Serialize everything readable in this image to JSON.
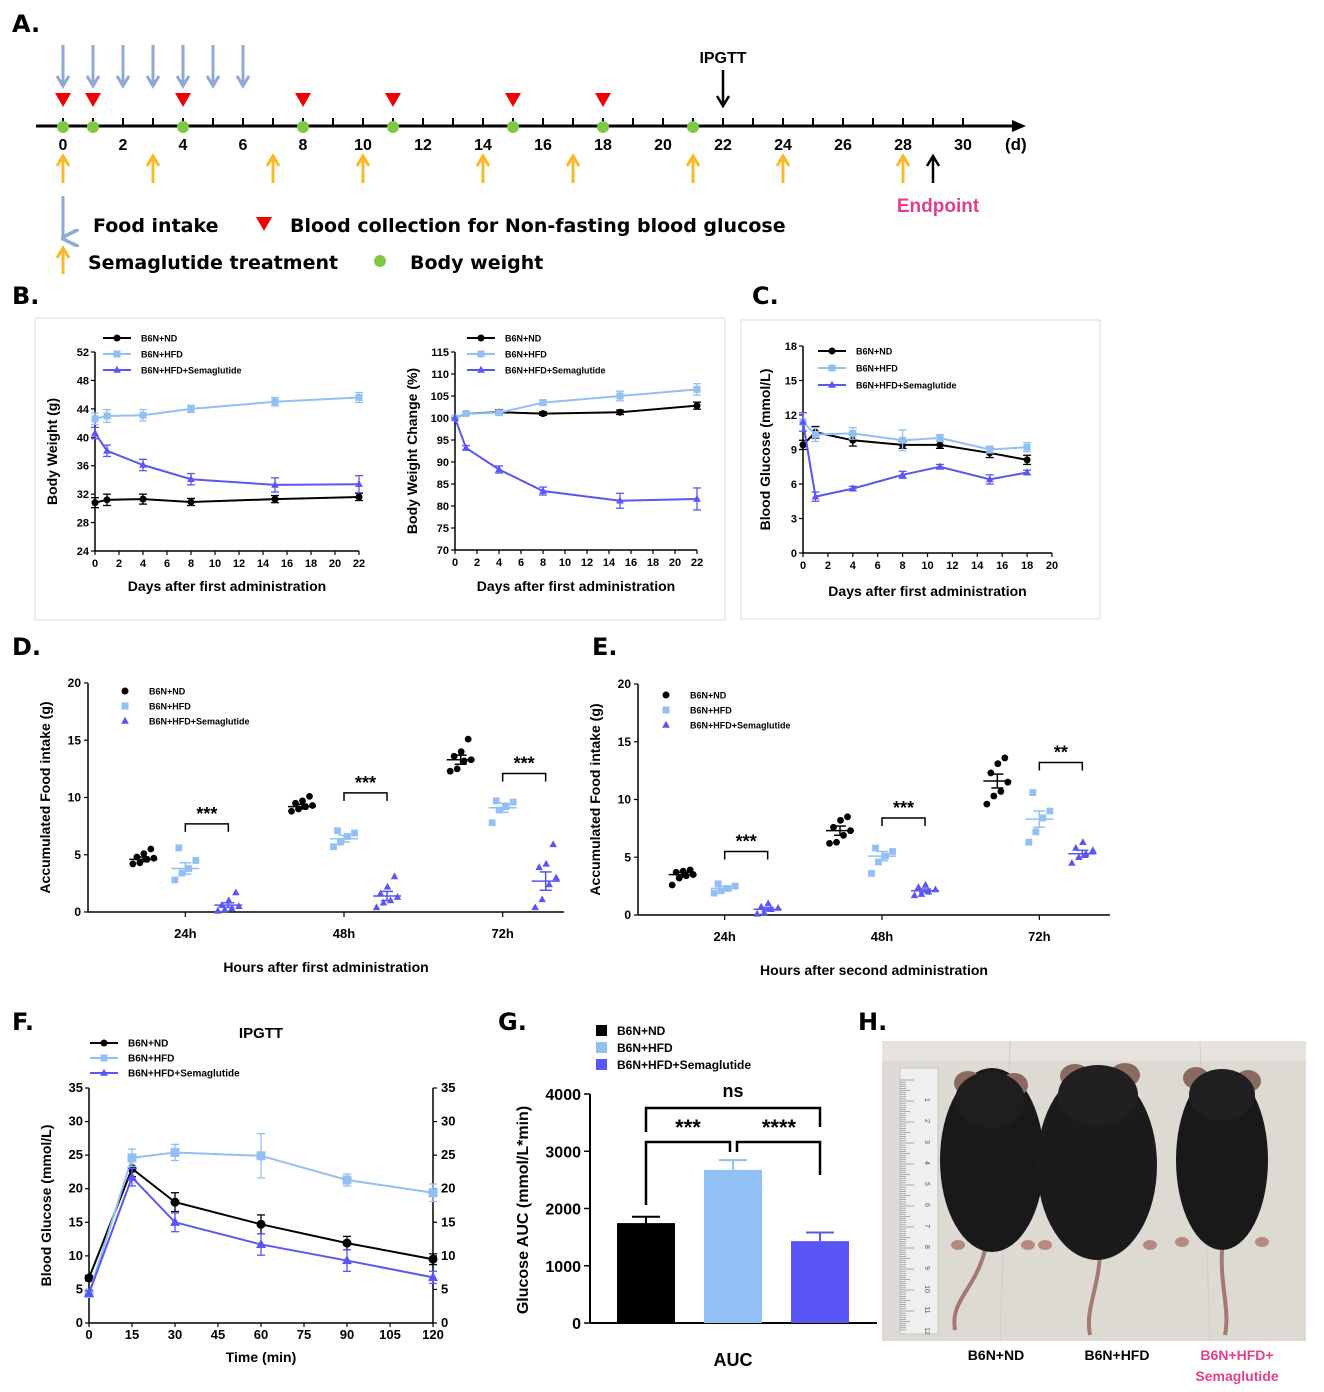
{
  "colors": {
    "nd": "#000000",
    "hfd": "#93c0f4",
    "sema": "#5a55f5",
    "red": "#f00000",
    "green": "#7ec843",
    "orange": "#fbb829",
    "blue": "#8fa9d6",
    "pink": "#e0418a",
    "border": "#dcdcdc"
  },
  "panels": {
    "A": "A.",
    "B": "B.",
    "C": "C.",
    "D": "D.",
    "E": "E.",
    "F": "F.",
    "G": "G.",
    "H": "H."
  },
  "groups": {
    "nd": "B6N+ND",
    "hfd": "B6N+HFD",
    "sema": "B6N+HFD+Semaglutide"
  },
  "timeline": {
    "ticks": [
      "0",
      "2",
      "4",
      "6",
      "8",
      "10",
      "12",
      "14",
      "16",
      "18",
      "20",
      "22",
      "24",
      "26",
      "28",
      "30"
    ],
    "unit": "(d)",
    "ipgtt": "IPGTT",
    "endpoint": "Endpoint",
    "food_days": [
      0,
      1,
      2,
      3,
      4,
      5,
      6
    ],
    "blood_days": [
      0,
      1,
      4,
      8,
      11,
      15,
      18
    ],
    "weight_days": [
      0,
      1,
      4,
      8,
      11,
      15,
      18,
      21
    ],
    "sema_days": [
      0,
      3,
      7,
      10,
      14,
      17,
      21,
      24,
      28
    ],
    "ipgtt_day": 22,
    "endpoint_day": 29,
    "legend": {
      "food": "Food intake",
      "blood": "Blood collection for Non-fasting blood glucose",
      "sema": "Semaglutide treatment",
      "weight": "Body weight"
    }
  },
  "chart_data": [
    {
      "id": "B1",
      "type": "line",
      "xlabel": "Days after first administration",
      "ylabel": "Body Weight (g)",
      "xlim": [
        0,
        22
      ],
      "xticks": [
        0,
        2,
        4,
        6,
        8,
        10,
        12,
        14,
        16,
        18,
        20,
        22
      ],
      "ylim": [
        24,
        52
      ],
      "yticks": [
        24,
        28,
        32,
        36,
        40,
        44,
        48,
        52
      ],
      "series": [
        {
          "name": "B6N+ND",
          "x": [
            0,
            1,
            4,
            8,
            15,
            22
          ],
          "y": [
            30.8,
            31.2,
            31.3,
            30.9,
            31.3,
            31.6
          ],
          "err": [
            0.7,
            0.8,
            0.7,
            0.5,
            0.5,
            0.5
          ]
        },
        {
          "name": "B6N+HFD",
          "x": [
            0,
            1,
            4,
            8,
            15,
            22
          ],
          "y": [
            42.6,
            43.0,
            43.1,
            44.0,
            45.0,
            45.6
          ],
          "err": [
            0.8,
            0.9,
            0.8,
            0.5,
            0.6,
            0.7
          ]
        },
        {
          "name": "B6N+HFD+Semaglutide",
          "x": [
            0,
            1,
            4,
            8,
            15,
            22
          ],
          "y": [
            40.6,
            38.1,
            36.1,
            34.1,
            33.3,
            33.4
          ],
          "err": [
            0.8,
            0.8,
            0.8,
            0.8,
            1.0,
            1.2
          ]
        }
      ]
    },
    {
      "id": "B2",
      "type": "line",
      "xlabel": "Days after first administration",
      "ylabel": "Body Weight Change (%)",
      "xlim": [
        0,
        22
      ],
      "xticks": [
        0,
        2,
        4,
        6,
        8,
        10,
        12,
        14,
        16,
        18,
        20,
        22
      ],
      "ylim": [
        70,
        115
      ],
      "yticks": [
        70,
        75,
        80,
        85,
        90,
        95,
        100,
        105,
        110,
        115
      ],
      "series": [
        {
          "name": "B6N+ND",
          "x": [
            0,
            1,
            4,
            8,
            15,
            22
          ],
          "y": [
            100,
            101,
            101.3,
            101,
            101.3,
            102.8
          ],
          "err": [
            0,
            0.3,
            0.6,
            0.4,
            0.5,
            0.8
          ]
        },
        {
          "name": "B6N+HFD",
          "x": [
            0,
            1,
            4,
            8,
            15,
            22
          ],
          "y": [
            100,
            101,
            101.2,
            103.5,
            105,
            106.5
          ],
          "err": [
            0,
            0.3,
            0.5,
            0.6,
            1.1,
            1.3
          ]
        },
        {
          "name": "B6N+HFD+Semaglutide",
          "x": [
            0,
            1,
            4,
            8,
            15,
            22
          ],
          "y": [
            100,
            93.2,
            88.3,
            83.4,
            81.2,
            81.6
          ],
          "err": [
            0,
            0.5,
            0.8,
            0.9,
            1.7,
            2.5
          ]
        }
      ]
    },
    {
      "id": "C",
      "type": "line",
      "xlabel": "Days after first administration",
      "ylabel": "Blood Glucose (mmol/L)",
      "xlim": [
        0,
        20
      ],
      "xticks": [
        0,
        2,
        4,
        6,
        8,
        10,
        12,
        14,
        16,
        18,
        20
      ],
      "ylim": [
        0,
        18
      ],
      "yticks": [
        0,
        3,
        6,
        9,
        12,
        15,
        18
      ],
      "series": [
        {
          "name": "B6N+ND",
          "x": [
            0,
            1,
            4,
            8,
            11,
            15,
            18
          ],
          "y": [
            9.4,
            10.5,
            9.8,
            9.4,
            9.4,
            8.7,
            8.1
          ],
          "err": [
            0.4,
            0.5,
            0.5,
            0.3,
            0.3,
            0.4,
            0.4
          ]
        },
        {
          "name": "B6N+HFD",
          "x": [
            0,
            1,
            4,
            8,
            11,
            15,
            18
          ],
          "y": [
            11.4,
            10.3,
            10.4,
            9.8,
            10.0,
            9.0,
            9.2
          ],
          "err": [
            0.8,
            0.6,
            0.5,
            0.9,
            0.3,
            0.3,
            0.4
          ]
        },
        {
          "name": "B6N+HFD+Semaglutide",
          "x": [
            0,
            1,
            4,
            8,
            11,
            15,
            18
          ],
          "y": [
            11.4,
            4.9,
            5.6,
            6.8,
            7.5,
            6.4,
            7.0
          ],
          "err": [
            0.8,
            0.4,
            0.2,
            0.3,
            0.2,
            0.4,
            0.2
          ]
        }
      ]
    },
    {
      "id": "D",
      "type": "scatter",
      "xlabel": "Hours after first administration",
      "ylabel": "Accumulated Food intake (g)",
      "categories": [
        "24h",
        "48h",
        "72h"
      ],
      "ylim": [
        0,
        20
      ],
      "yticks": [
        0,
        5,
        10,
        15,
        20
      ],
      "series": [
        {
          "name": "B6N+ND",
          "points": [
            [
              4.2,
              4.3,
              4.6,
              4.7,
              4.8,
              5.1,
              5.5
            ],
            [
              8.8,
              9.0,
              9.2,
              9.3,
              9.5,
              9.7,
              10.1
            ],
            [
              12.3,
              12.5,
              13.2,
              13.3,
              13.6,
              14.0,
              15.1
            ]
          ],
          "mean": [
            4.6,
            9.2,
            13.3
          ],
          "sem": [
            0.2,
            0.2,
            0.4
          ]
        },
        {
          "name": "B6N+HFD",
          "points": [
            [
              2.8,
              3.4,
              3.8,
              4.5,
              5.6
            ],
            [
              5.7,
              6.1,
              6.6,
              6.9,
              7.1
            ],
            [
              7.8,
              8.9,
              9.2,
              9.6,
              9.7
            ]
          ],
          "mean": [
            3.8,
            6.4,
            9.1
          ],
          "sem": [
            0.5,
            0.3,
            0.4
          ]
        },
        {
          "name": "B6N+HFD+Semaglutide",
          "points": [
            [
              0.1,
              0.2,
              0.3,
              0.5,
              0.6,
              1.0,
              1.7
            ],
            [
              0.4,
              0.8,
              1.0,
              1.3,
              1.6,
              2.2,
              3.1
            ],
            [
              0.4,
              1.1,
              2.4,
              3.0,
              3.9,
              4.2,
              5.9
            ]
          ],
          "mean": [
            0.6,
            1.4,
            2.7
          ],
          "sem": [
            0.2,
            0.4,
            0.8
          ]
        }
      ],
      "sig": [
        {
          "cat": 0,
          "y": 7.7,
          "label": "***"
        },
        {
          "cat": 1,
          "y": 10.4,
          "label": "***"
        },
        {
          "cat": 2,
          "y": 12.1,
          "label": "***"
        }
      ]
    },
    {
      "id": "E",
      "type": "scatter",
      "xlabel": "Hours after second administration",
      "ylabel": "Accumulated Food intake (g)",
      "categories": [
        "24h",
        "48h",
        "72h"
      ],
      "ylim": [
        0,
        20
      ],
      "yticks": [
        0,
        5,
        10,
        15,
        20
      ],
      "series": [
        {
          "name": "B6N+ND",
          "points": [
            [
              2.6,
              3.2,
              3.4,
              3.5,
              3.7,
              3.8,
              3.9
            ],
            [
              6.2,
              6.3,
              6.9,
              7.3,
              7.6,
              8.2,
              8.5
            ],
            [
              9.6,
              10.3,
              10.7,
              11.5,
              12.3,
              13.1,
              13.6
            ]
          ],
          "mean": [
            3.5,
            7.3,
            11.6
          ],
          "sem": [
            0.2,
            0.4,
            0.6
          ]
        },
        {
          "name": "B6N+HFD",
          "points": [
            [
              1.9,
              2.1,
              2.3,
              2.5,
              2.7
            ],
            [
              3.6,
              4.6,
              5.1,
              5.5,
              5.8
            ],
            [
              6.3,
              7.2,
              8.4,
              9.0,
              10.6
            ]
          ],
          "mean": [
            2.3,
            5.1,
            8.3
          ],
          "sem": [
            0.2,
            0.4,
            0.7
          ]
        },
        {
          "name": "B6N+HFD+Semaglutide",
          "points": [
            [
              0.1,
              0.2,
              0.5,
              0.6,
              0.7,
              1.0
            ],
            [
              1.7,
              1.8,
              2.0,
              2.2,
              2.4,
              2.6
            ],
            [
              4.5,
              5.0,
              5.3,
              5.6,
              5.8,
              6.3
            ]
          ],
          "mean": [
            0.5,
            2.1,
            5.3
          ],
          "sem": [
            0.15,
            0.15,
            0.3
          ]
        }
      ],
      "sig": [
        {
          "cat": 0,
          "y": 5.5,
          "label": "***"
        },
        {
          "cat": 1,
          "y": 8.4,
          "label": "***"
        },
        {
          "cat": 2,
          "y": 13.2,
          "label": "**"
        }
      ]
    },
    {
      "id": "F",
      "type": "line",
      "title": "IPGTT",
      "xlabel": "Time (min)",
      "ylabel": "Blood Glucose (mmol/L)",
      "xlim": [
        0,
        120
      ],
      "xticks": [
        0,
        15,
        30,
        45,
        60,
        75,
        90,
        105,
        120
      ],
      "ylim": [
        0,
        35
      ],
      "yticks": [
        0,
        5,
        10,
        15,
        20,
        25,
        30,
        35
      ],
      "series": [
        {
          "name": "B6N+ND",
          "x": [
            0,
            15,
            30,
            60,
            90,
            120
          ],
          "y": [
            6.7,
            23.0,
            18.0,
            14.7,
            11.9,
            9.5
          ],
          "err": [
            0.4,
            1.2,
            1.4,
            1.4,
            1.0,
            0.8
          ]
        },
        {
          "name": "B6N+HFD",
          "x": [
            0,
            15,
            30,
            60,
            90,
            120
          ],
          "y": [
            4.4,
            24.6,
            25.4,
            24.9,
            21.3,
            19.4
          ],
          "err": [
            0.4,
            1.3,
            1.2,
            3.3,
            0.9,
            1.3
          ]
        },
        {
          "name": "B6N+HFD+Semaglutide",
          "x": [
            0,
            15,
            30,
            60,
            90,
            120
          ],
          "y": [
            4.4,
            21.7,
            15.0,
            11.7,
            9.3,
            6.8
          ],
          "err": [
            0.4,
            1.3,
            1.4,
            1.6,
            1.6,
            0.9
          ]
        }
      ]
    },
    {
      "id": "G",
      "type": "bar",
      "xlabel": "AUC",
      "ylabel": "Glucose AUC (mmol/L*min)",
      "categories": [
        "B6N+ND",
        "B6N+HFD",
        "B6N+HFD+Semaglutide"
      ],
      "values": [
        1745,
        2675,
        1430
      ],
      "err": [
        110,
        170,
        150
      ],
      "ylim": [
        0,
        4000
      ],
      "yticks": [
        0,
        1000,
        2000,
        3000,
        4000
      ],
      "sig": [
        {
          "label": "***"
        },
        {
          "label": "****"
        },
        {
          "label": "ns"
        }
      ]
    }
  ],
  "photo": {
    "labels": [
      "B6N+ND",
      "B6N+HFD",
      "B6N+HFD+ Semaglutide"
    ],
    "ruler_marks": [
      "1",
      "2",
      "3",
      "4",
      "5",
      "6",
      "7",
      "8",
      "9",
      "10",
      "11",
      "12"
    ]
  }
}
